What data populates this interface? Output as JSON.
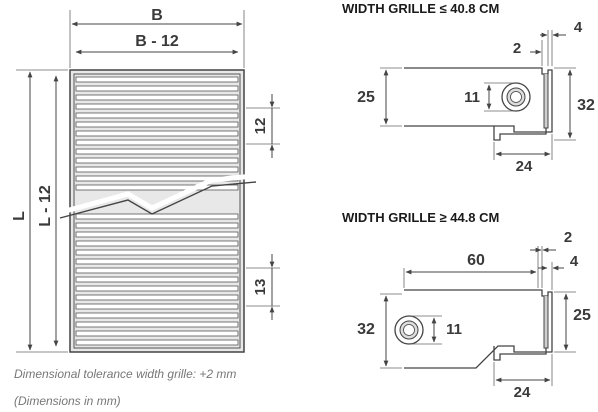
{
  "left_drawing": {
    "label_b": "B",
    "label_b12": "B - 12",
    "label_l": "L",
    "label_l12": "L - 12",
    "label_slot_top": "12",
    "label_slot_bottom": "13"
  },
  "section_narrow": {
    "title": "WIDTH GRILLE ≤ 40.8 CM",
    "dim_2": "2",
    "dim_4": "4",
    "dim_25": "25",
    "dim_11": "11",
    "dim_32": "32",
    "dim_24": "24"
  },
  "section_wide": {
    "title": "WIDTH GRILLE ≥ 44.8 CM",
    "dim_2": "2",
    "dim_60": "60",
    "dim_4": "4",
    "dim_32": "32",
    "dim_11": "11",
    "dim_25": "25",
    "dim_24": "24"
  },
  "notes": {
    "tolerance": "Dimensional tolerance width grille: +2 mm",
    "units": "(Dimensions in mm)"
  },
  "colors": {
    "line": "#444444",
    "dimension_text": "#3a3a3a",
    "note_text": "#777777",
    "grille_fill": "#e8e8e8"
  }
}
